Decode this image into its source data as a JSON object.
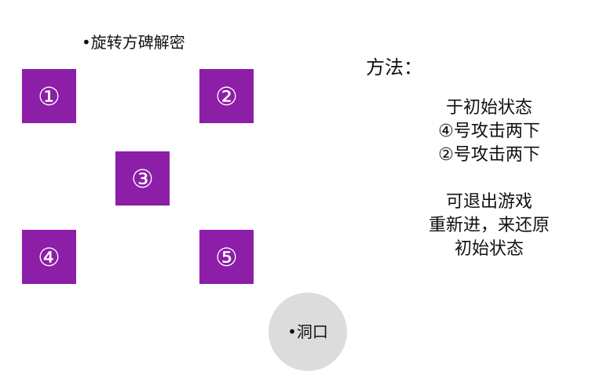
{
  "title": "•旋转方碑解密",
  "colors": {
    "tile": "#8c1ea8",
    "tile_text": "#ffffff",
    "cave_fill": "#dcdcdc",
    "text": "#111111"
  },
  "tiles": [
    {
      "label": "①"
    },
    {
      "label": "②"
    },
    {
      "label": "③"
    },
    {
      "label": "④"
    },
    {
      "label": "⑤"
    }
  ],
  "method": {
    "heading": "方法：",
    "lines": [
      "于初始状态",
      "④号攻击两下",
      "②号攻击两下",
      "",
      "可退出游戏",
      "重新进，来还原",
      "初始状态"
    ]
  },
  "cave": {
    "label": "•洞口"
  }
}
